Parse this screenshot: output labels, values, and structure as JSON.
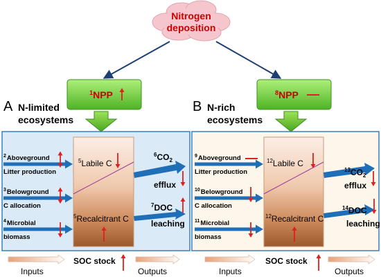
{
  "colors": {
    "title_red": "#cc0000",
    "arrow_red": "#e02020",
    "flow_blue": "#1f6fb8",
    "npp_green": "#6fcf3a",
    "cloud_pink": "#f5c6ce",
    "panel_a_fill": "#dbeaf7",
    "panel_b_fill": "#fdf6ea",
    "panel_border": "#3a7ec0"
  },
  "nitrogen": {
    "line1": "Nitrogen",
    "line2": "deposition"
  },
  "panel_a": {
    "letter": "A",
    "title_line1": "N-limited",
    "title_line2": "ecosystems",
    "npp_num": "1",
    "npp_label": "NPP",
    "npp_change": "increase",
    "inputs": [
      {
        "num": "2",
        "line1": "Aboveground",
        "line2": "Litter production",
        "change": "both"
      },
      {
        "num": "3",
        "line1": "Belowground",
        "line2": "C  allocation",
        "change": "both"
      },
      {
        "num": "4",
        "line1": "Microbial",
        "line2": "biomass",
        "change": "decrease"
      }
    ],
    "labile": {
      "num": "5",
      "label": "Labile C",
      "change": "decrease"
    },
    "recalcitrant": {
      "num": "5",
      "label": "Recalcitrant C",
      "change": "increase"
    },
    "outputs": [
      {
        "num": "6",
        "line1": "CO",
        "sub": "2",
        "line2": "efflux",
        "change": "decrease"
      },
      {
        "num": "7",
        "line1": "DOC",
        "sub": "",
        "line2": "leaching",
        "change": "increase"
      }
    ]
  },
  "panel_b": {
    "letter": "B",
    "title_line1": "N-rich",
    "title_line2": "ecosystems",
    "npp_num": "8",
    "npp_label": "NPP",
    "npp_change": "none",
    "inputs": [
      {
        "num": "9",
        "line1": "Aboveground",
        "line2": "Litter production",
        "change": "none"
      },
      {
        "num": "10",
        "line1": "Belowground",
        "line2": "C  allocation",
        "change": "decrease"
      },
      {
        "num": "11",
        "line1": "Microbial",
        "line2": "biomass",
        "change": "decrease"
      }
    ],
    "labile": {
      "num": "12",
      "label": "Labile C",
      "change": "decrease"
    },
    "recalcitrant": {
      "num": "12",
      "label": "Recalcitrant C",
      "change": "increase"
    },
    "outputs": [
      {
        "num": "13",
        "line1": "CO",
        "sub": "2",
        "line2": "efflux",
        "change": "decrease"
      },
      {
        "num": "14",
        "line1": "DOC",
        "sub": "",
        "line2": "leaching",
        "change": "decrease"
      }
    ]
  },
  "footer": {
    "inputs_label": "Inputs",
    "soc_label": "SOC stock",
    "outputs_label": "Outputs",
    "soc_change_a": "increase",
    "soc_change_b": "increase"
  }
}
